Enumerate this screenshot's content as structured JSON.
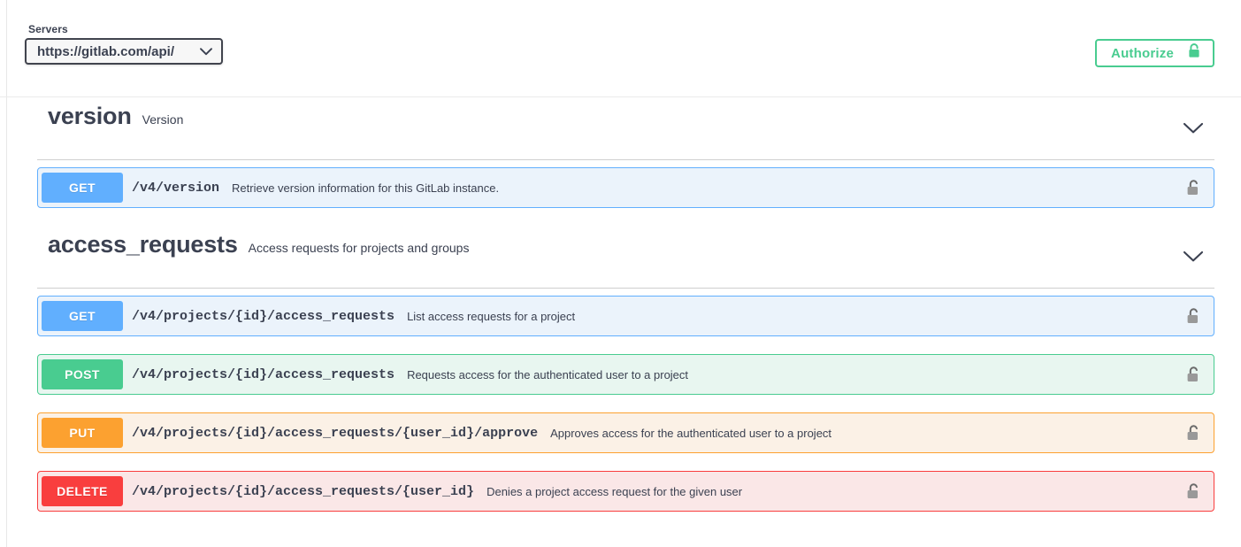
{
  "topbar": {
    "servers_label": "Servers",
    "server_selected": "https://gitlab.com/api/",
    "server_options": [
      "https://gitlab.com/api/"
    ],
    "server_caret_icon": "chevron-down-icon",
    "authorize_label": "Authorize",
    "authorize_icon": "lock-closed-icon",
    "accent_green": "#49cc90"
  },
  "sections": [
    {
      "name": "version",
      "description": "Version",
      "expand_icon": "chevron-down-icon",
      "operations": [
        {
          "method": "GET",
          "method_class": "get",
          "path": "/v4/version",
          "summary": "Retrieve version information for this GitLab instance.",
          "lock_icon": "lock-open-icon",
          "color": "#61affe"
        }
      ]
    },
    {
      "name": "access_requests",
      "description": "Access requests for projects and groups",
      "expand_icon": "chevron-down-icon",
      "operations": [
        {
          "method": "GET",
          "method_class": "get",
          "path": "/v4/projects/{id}/access_requests",
          "summary": "List access requests for a project",
          "lock_icon": "lock-open-icon",
          "color": "#61affe"
        },
        {
          "method": "POST",
          "method_class": "post",
          "path": "/v4/projects/{id}/access_requests",
          "summary": "Requests access for the authenticated user to a project",
          "lock_icon": "lock-open-icon",
          "color": "#49cc90"
        },
        {
          "method": "PUT",
          "method_class": "put",
          "path": "/v4/projects/{id}/access_requests/{user_id}/approve",
          "summary": "Approves access for the authenticated user to a project",
          "lock_icon": "lock-open-icon",
          "color": "#fca130"
        },
        {
          "method": "DELETE",
          "method_class": "delete",
          "path": "/v4/projects/{id}/access_requests/{user_id}",
          "summary": "Denies a project access request for the given user",
          "lock_icon": "lock-open-icon",
          "color": "#f93e3e"
        }
      ]
    }
  ]
}
